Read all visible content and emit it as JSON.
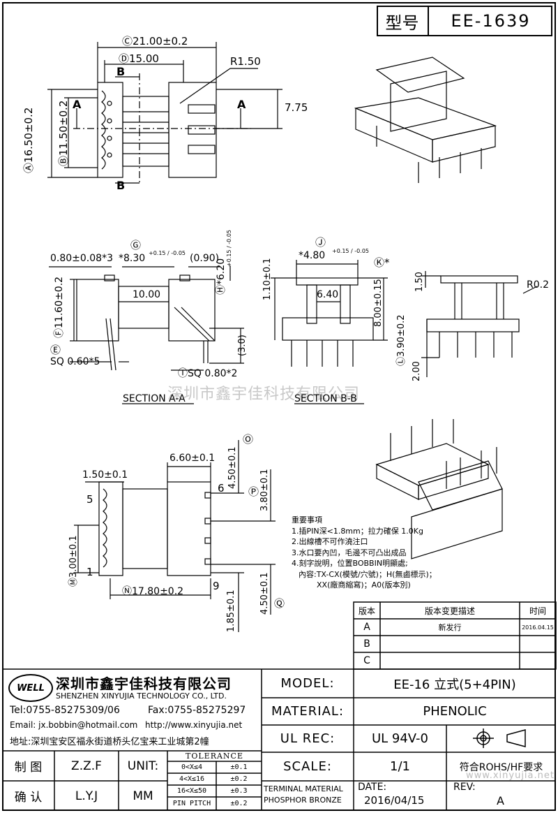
{
  "header": {
    "model_label": "型号",
    "model_no": "EE-1639"
  },
  "top_view": {
    "dim_c": "Ⓒ21.00±0.2",
    "dim_d": "Ⓓ15.00",
    "radius": "R1.50",
    "dim_775": "7.75",
    "dim_a": "Ⓐ16.50±0.2",
    "dim_b": "Ⓑ11.50±0.2",
    "cut_a": "A",
    "cut_b": "B"
  },
  "section_aa": {
    "dim_080": "0.80±0.08*3",
    "dim_g": "Ⓖ",
    "dim_830": "*8.30",
    "dim_830_tol": "+0.15 / -0.05",
    "dim_090": "(0.90)",
    "dim_h": "Ⓗ*6.20",
    "dim_h_tol": "+0.15 / -0.05",
    "dim_10": "10.00",
    "dim_f": "Ⓕ11.60±0.2",
    "dim_e": "Ⓔ",
    "sq_e": "SQ 0.60*5",
    "sq_i": "ⒾSQ 0.80*2",
    "dim_3": "(3.0)",
    "title": "SECTION A-A"
  },
  "section_bb": {
    "dim_j": "Ⓙ",
    "dim_480": "*4.80",
    "dim_480_tol": "+0.15 / -0.05",
    "dim_k": "Ⓚ*",
    "dim_110": "1.10±0.1",
    "dim_640": "6.40",
    "dim_800": "8.00±0.15",
    "title": "SECTION B-B"
  },
  "side_view": {
    "dim_150": "1.50",
    "radius": "R0.2",
    "dim_l": "Ⓛ3.90±0.2",
    "dim_200": "2.00"
  },
  "watermark": "深圳市鑫宇佳科技有限公司",
  "bottom_view": {
    "dim_150": "1.50±0.1",
    "dim_660": "6.60±0.1",
    "dim_o": "4.50±0.1",
    "o_circle": "Ⓞ",
    "dim_p": "3.80±0.1",
    "p_circle": "Ⓟ",
    "dim_m": "Ⓜ3.00±0.1",
    "dim_n": "Ⓝ17.80±0.2",
    "dim_185": "1.85±0.1",
    "dim_q": "4.50±0.1",
    "q_circle": "Ⓠ",
    "pin_5": "5",
    "pin_1": "1",
    "pin_6": "6",
    "pin_9": "9"
  },
  "notes": {
    "title": "重要事項",
    "lines": [
      "1.插PIN深<1.8mm；拉力確保 1.0Kg",
      "2.出線槽不可作澆注口",
      "3.水口要內凹，毛邊不可凸出成品",
      "4.刻字說明，位置BOBBIN明顯處;",
      "內容:TX-CX(模號/穴號)；H(無鹵標示)；",
      "XX(廠商縮寫)；A0(版本別)"
    ]
  },
  "revision": {
    "headers": [
      "版本",
      "版本变更描述",
      "时间"
    ],
    "rows": [
      {
        "ver": "A",
        "desc": "新发行",
        "date": "2016.04.15"
      },
      {
        "ver": "B",
        "desc": "",
        "date": ""
      },
      {
        "ver": "C",
        "desc": "",
        "date": ""
      }
    ]
  },
  "company": {
    "logo": "WELL",
    "name_cn": "深圳市鑫宇佳科技有限公司",
    "name_en": "SHENZHEN XINYUJIA TECHNOLOGY CO., LTD.",
    "tel": "Tel:0755-85275309/06",
    "fax": "Fax:0755-85275297",
    "email": "Email: jx.bobbin@hotmail.com",
    "web": "http://www.xinyujia.net",
    "address": "地址:深圳宝安区福永街道桥头亿宝来工业城第2幢"
  },
  "titleblock": {
    "model_label": "MODEL:",
    "model_value": "EE-16 立式(5+4PIN)",
    "material_label": "MATERIAL:",
    "material_value": "PHENOLIC",
    "ul_label": "UL REC:",
    "ul_value": "UL 94V-0",
    "scale_label": "SCALE:",
    "scale_value": "1/1",
    "rohs": "符合ROHS/HF要求",
    "terminal_1": "TERMINAL MATERIAL",
    "terminal_2": "PHOSPHOR BRONZE",
    "date_label": "DATE:",
    "date_value": "2016/04/15",
    "rev_label": "REV:",
    "rev_value": "A",
    "drawn_label": "制 图",
    "drawn_by": "Z.Z.F",
    "check_label": "确 认",
    "check_by": "L.Y.J",
    "unit_label": "UNIT:",
    "unit_value": "MM",
    "tol_title": "TOLERANCE",
    "tol_rows": [
      {
        "range": "0<X≤4",
        "tol": "±0.1"
      },
      {
        "range": "4<X≤16",
        "tol": "±0.2"
      },
      {
        "range": "16<X≤50",
        "tol": "±0.3"
      },
      {
        "range": "PIN PITCH",
        "tol": "±0.2"
      }
    ],
    "web_mark": "www.xinyujia.net"
  }
}
